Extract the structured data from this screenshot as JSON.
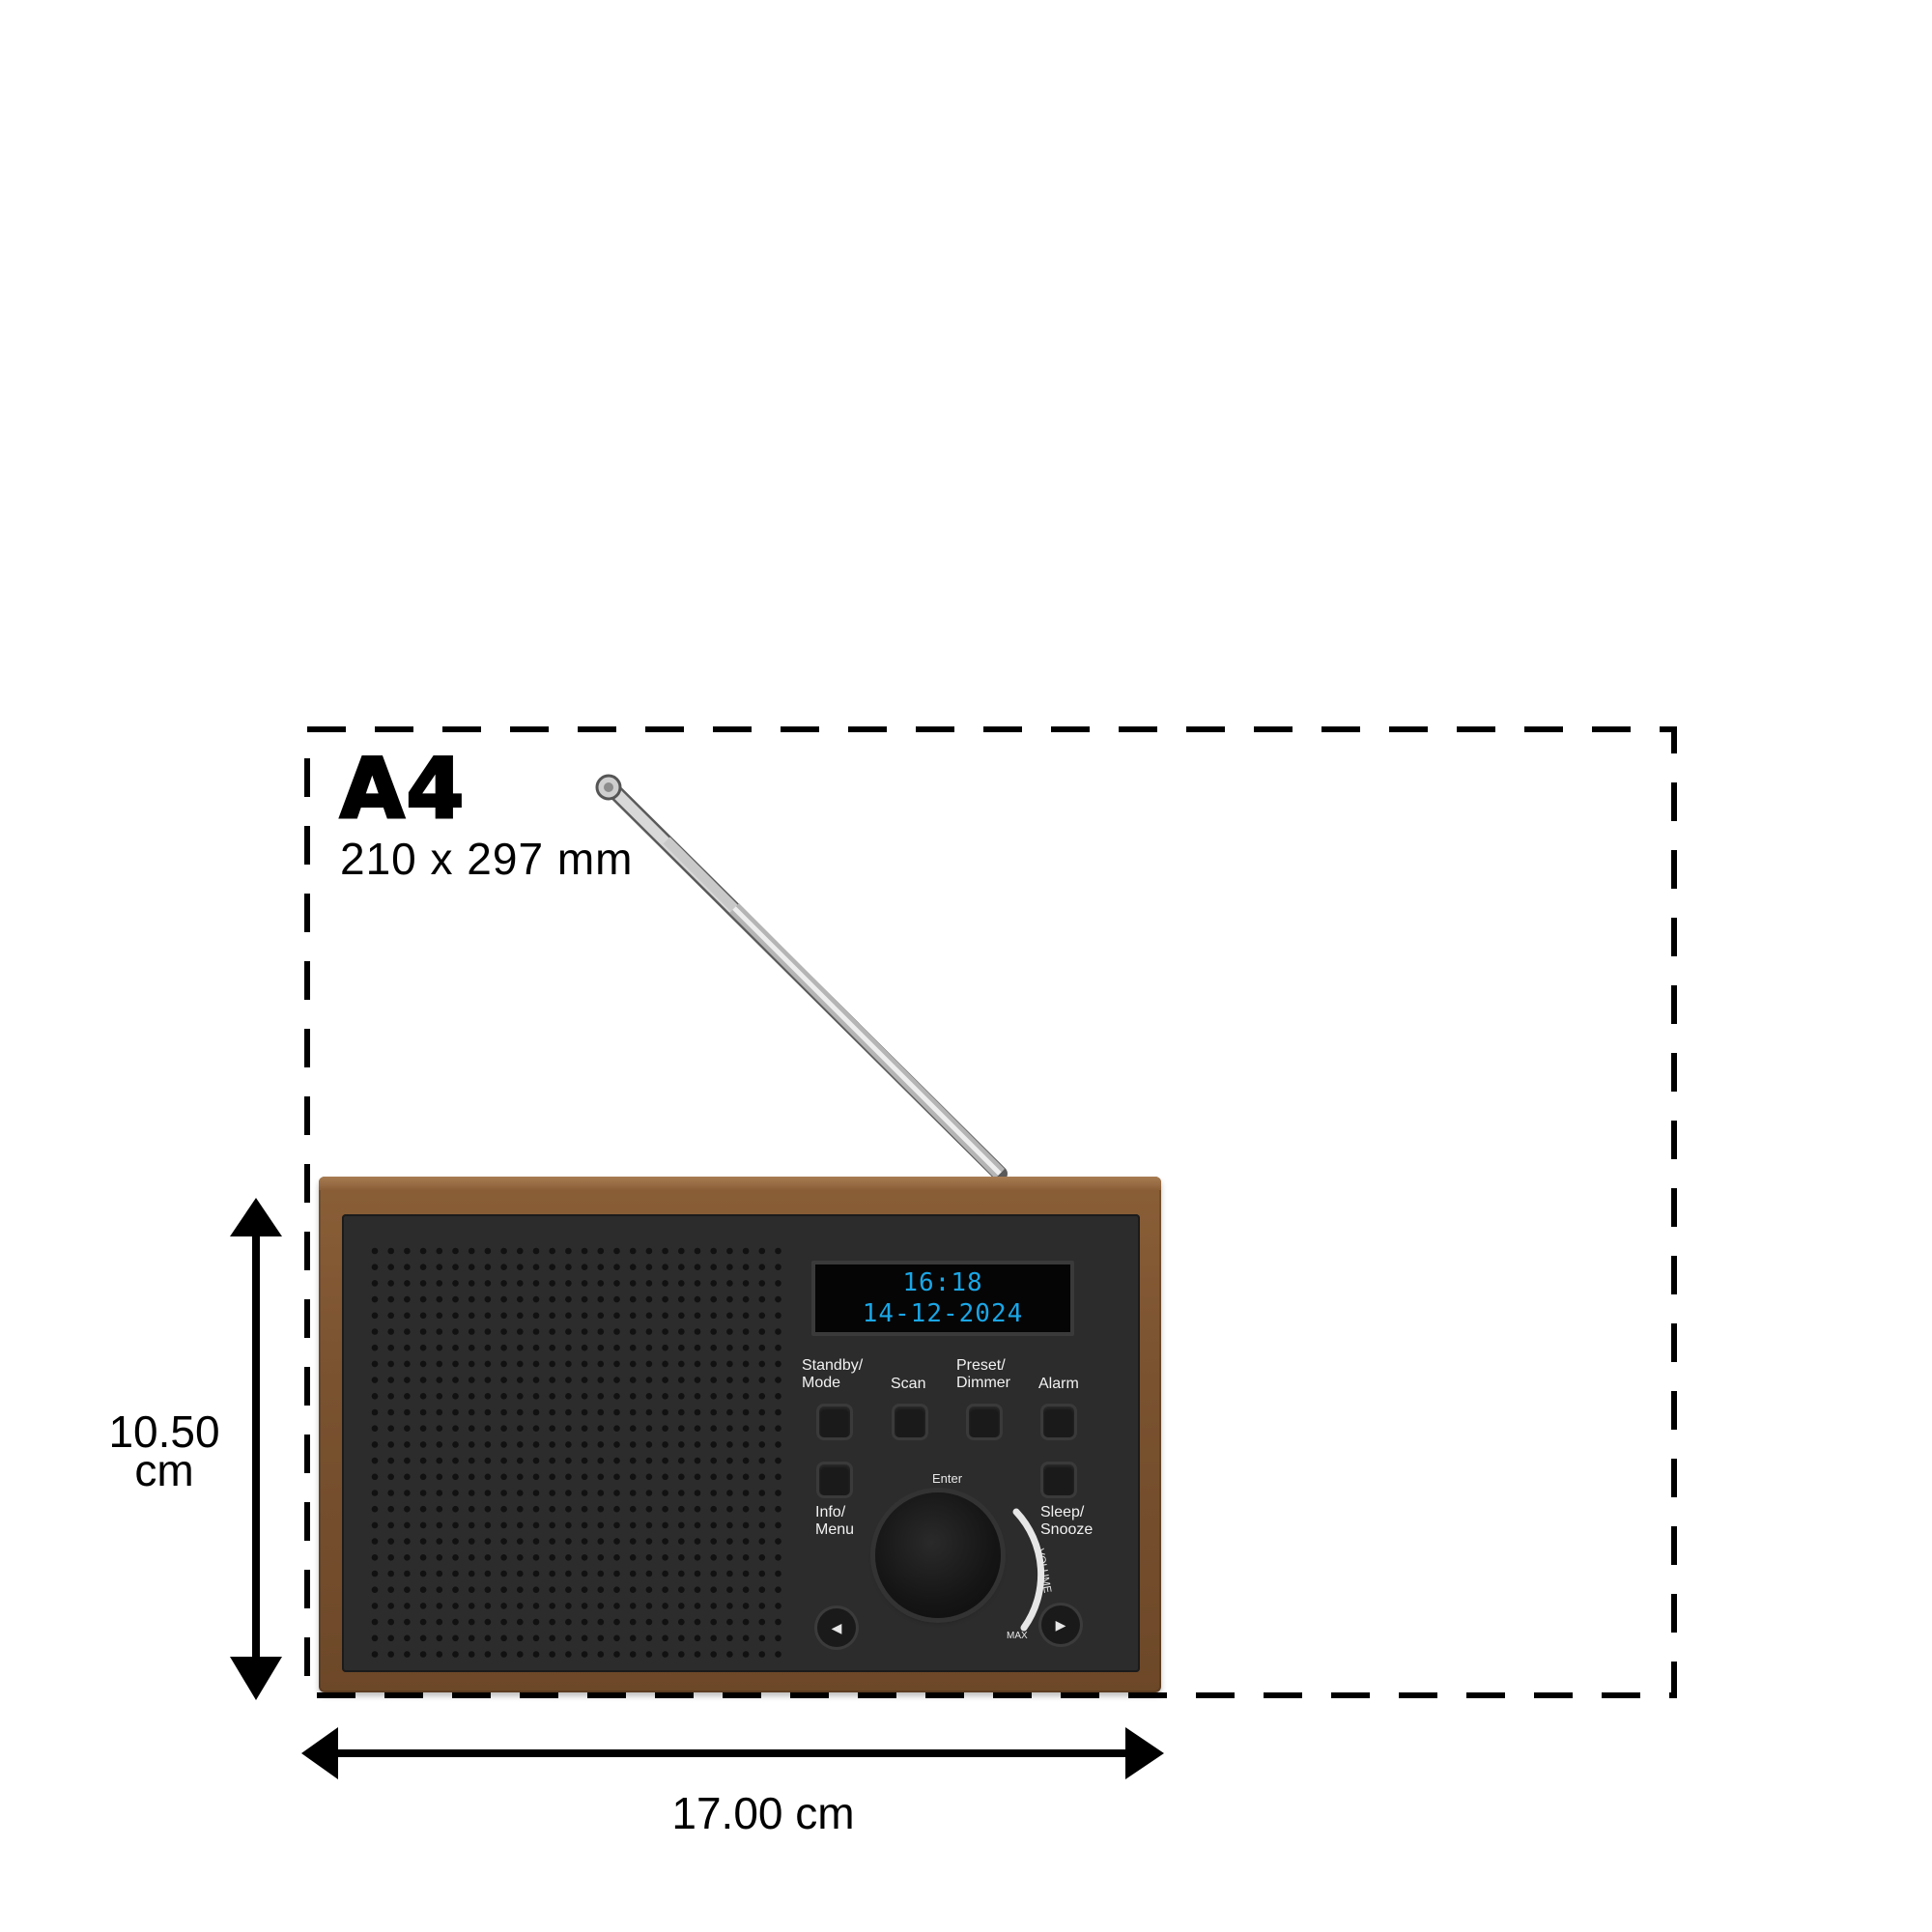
{
  "a4_frame": {
    "title": "A4",
    "size": "210 x 297 mm"
  },
  "dimensions": {
    "height_label": "10.50\ncm",
    "height_line1": "10.50",
    "height_line2": "cm",
    "width_label": "17.00 cm"
  },
  "radio": {
    "display": {
      "time": "16:18",
      "date": "14-12-2024",
      "color": "#1aa6e6"
    },
    "buttons": {
      "standby_mode": "Standby/\nMode",
      "standby_line1": "Standby/",
      "standby_line2": "Mode",
      "scan": "Scan",
      "preset_line1": "Preset/",
      "preset_line2": "Dimmer",
      "alarm": "Alarm",
      "info_line1": "Info/",
      "info_line2": "Menu",
      "sleep_line1": "Sleep/",
      "sleep_line2": "Snooze",
      "enter": "Enter",
      "prev_icon": "left-arrow-icon",
      "next_icon": "right-arrow-icon"
    },
    "volume": {
      "label": "VOLUME",
      "max": "MAX"
    },
    "colors": {
      "wood": "#7a5230",
      "panel": "#2c2c2c"
    }
  }
}
